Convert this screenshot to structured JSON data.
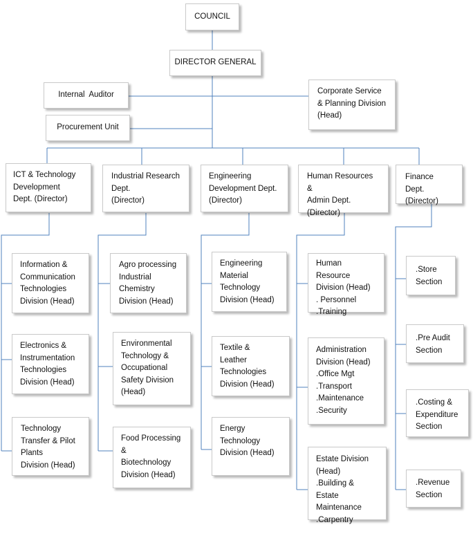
{
  "colors": {
    "line": "#4f81bd",
    "border": "#c9c9c9",
    "text": "#111111"
  },
  "top": {
    "council": "COUNCIL",
    "director_general": "DIRECTOR GENERAL",
    "internal_auditor": "Internal  Auditor",
    "procurement_unit": "Procurement Unit",
    "corporate_service": "Corporate Service\n& Planning Division\n(Head)"
  },
  "departments": {
    "ict": "ICT & Technology\nDevelopment\nDept. (Director)",
    "industrial": "Industrial Research\nDept.\n(Director)",
    "engineering": "Engineering\nDevelopment Dept.\n(Director)",
    "hr": "Human Resources &\nAdmin Dept.\n(Director)",
    "finance": "Finance Dept.\n(Director)"
  },
  "divisions": {
    "ict": [
      "Information &\nCommunication\nTechnologies\nDivision (Head)",
      "Electronics &\nInstrumentation\nTechnologies\nDivision (Head)",
      "Technology\nTransfer & Pilot\nPlants\nDivision (Head)"
    ],
    "industrial": [
      "Agro processing\nIndustrial\nChemistry\nDivision (Head)",
      "Environmental\nTechnology &\nOccupational\nSafety Division\n(Head)",
      "Food Processing\n&\nBiotechnology\nDivision (Head)"
    ],
    "engineering": [
      "Engineering\nMaterial\nTechnology\nDivision (Head)",
      "Textile &\nLeather\nTechnologies\nDivision (Head)",
      "Energy\nTechnology\nDivision (Head)"
    ],
    "hr": [
      "Human Resource\nDivision (Head)\n. Personnel\n.Training",
      "Administration\nDivision (Head)\n.Office Mgt\n.Transport\n.Maintenance\n.Security",
      "Estate Division\n(Head)\n.Building & Estate\nMaintenance\n.Carpentry"
    ],
    "finance": [
      ".Store\nSection",
      ".Pre Audit\nSection",
      ".Costing &\nExpenditure\nSection",
      ".Revenue\nSection"
    ]
  }
}
